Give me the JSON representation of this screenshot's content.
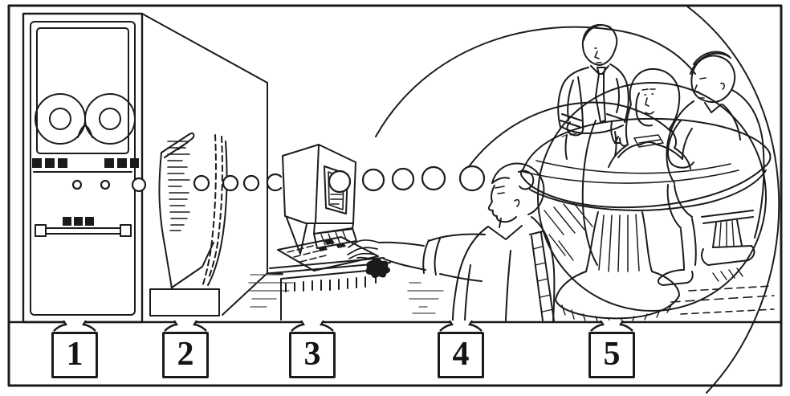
{
  "figure": {
    "kind": "scanned black-and-white line illustration",
    "ink_color": "#1b1b1b",
    "paper_color": "#ffffff",
    "scene_items": [
      {
        "number": "1",
        "name": "mainframe-tape-computer"
      },
      {
        "number": "2",
        "name": "continuous-printout-stack"
      },
      {
        "number": "3",
        "name": "desktop-computer-workstation"
      },
      {
        "number": "4",
        "name": "person-typing-at-computer"
      },
      {
        "number": "5",
        "name": "people-meeting-at-round-table"
      }
    ]
  },
  "callouts": {
    "labels": [
      "1",
      "2",
      "3",
      "4",
      "5"
    ]
  }
}
